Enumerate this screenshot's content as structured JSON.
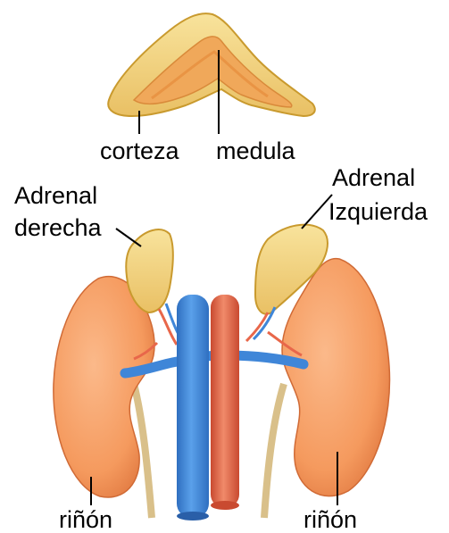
{
  "labels": {
    "cortex": "corteza",
    "medulla": "medula",
    "right_adrenal_line1": "Adrenal",
    "right_adrenal_line2": "derecha",
    "left_adrenal_line1": "Adrenal",
    "left_adrenal_line2": "Izquierda",
    "kidney_left_side": "riñón",
    "kidney_right_side": "riñón"
  },
  "colors": {
    "adrenal_cortex": "#f3d98a",
    "adrenal_outline": "#c99a2e",
    "medulla": "#f0a85a",
    "kidney": "#f59a5e",
    "kidney_shadow": "#e07840",
    "vena_cava": "#3f86d8",
    "aorta": "#e8674a",
    "ureter": "#d9c08a",
    "leader_line": "#000000"
  }
}
